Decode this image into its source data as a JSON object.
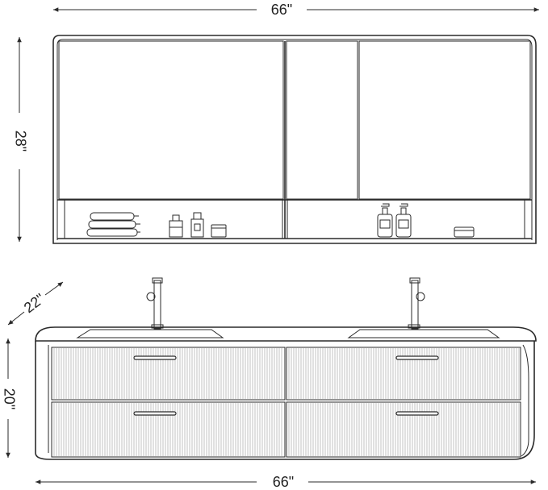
{
  "dimensions": {
    "cabinet_width": "66\"",
    "cabinet_height": "28\"",
    "vanity_depth": "22\"",
    "vanity_height": "20\"",
    "vanity_width": "66\""
  },
  "icons": {
    "towels": "folded-towels-icon",
    "bottle": "bottle-icon",
    "pump": "pump-dispenser-icon",
    "jar": "jar-icon",
    "faucet": "faucet-icon",
    "handle": "drawer-handle-icon"
  }
}
